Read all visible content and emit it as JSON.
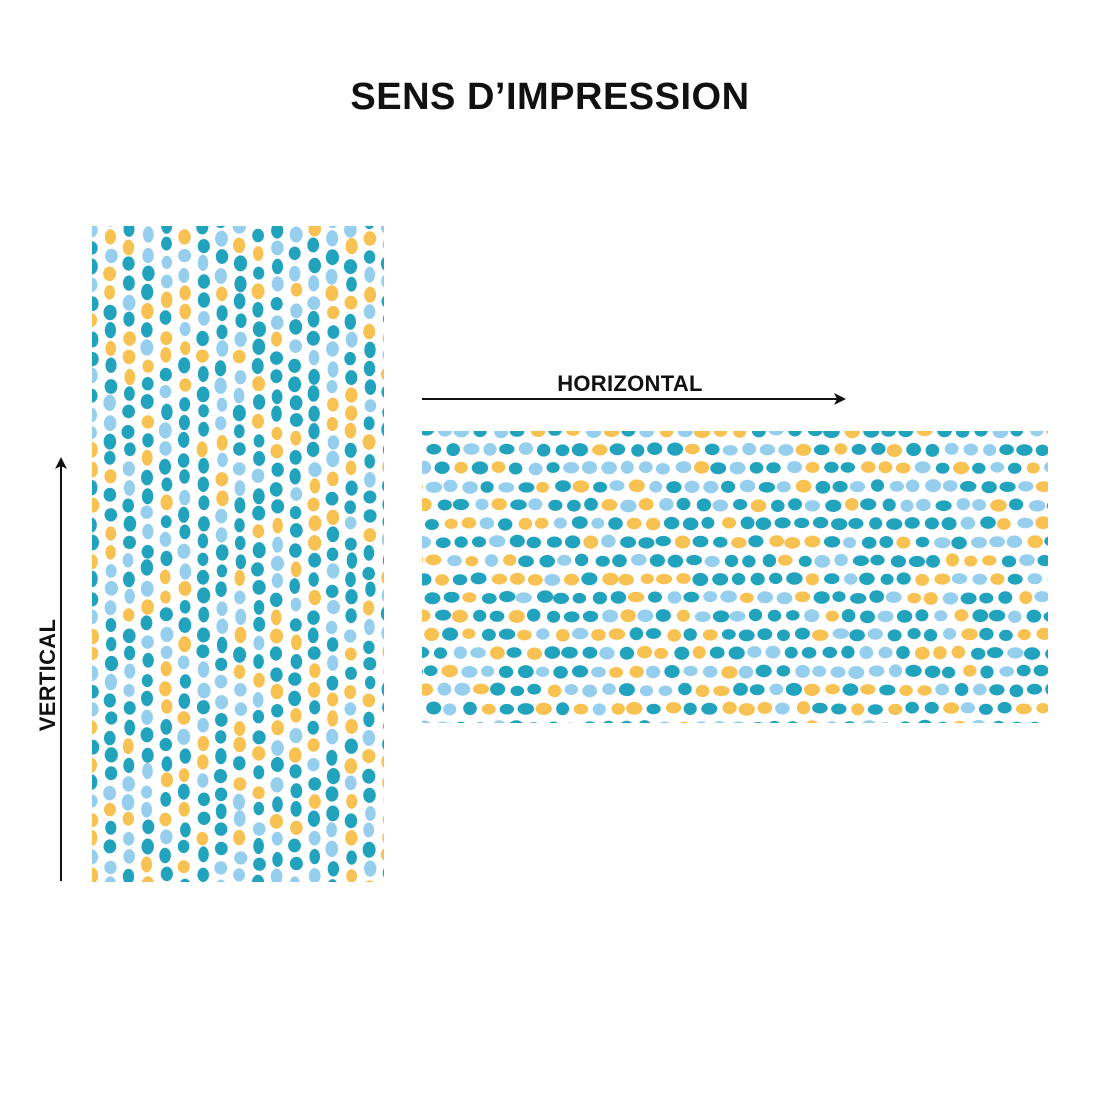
{
  "title": "SENS D’IMPRESSION",
  "labels": {
    "horizontal": "HORIZONTAL",
    "vertical": "VERTICAL"
  },
  "pattern": {
    "name": "dot-pattern",
    "colors": {
      "teal": "#22a3bd",
      "light_blue": "#96cfee",
      "yellow": "#f8c253"
    },
    "background": "#ffffff"
  },
  "arrow_color": "#111111"
}
